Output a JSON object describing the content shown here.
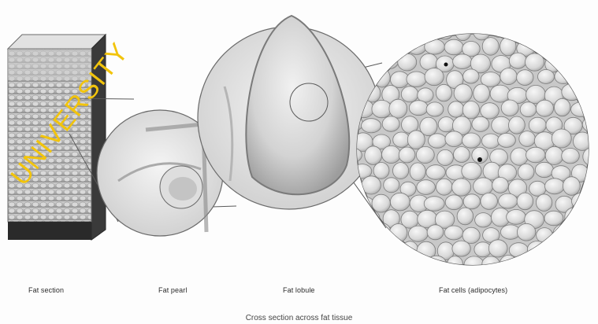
{
  "figure": {
    "labels": {
      "fat_section": "Fat section",
      "fat_pearl": "Fat pearl",
      "fat_lobule": "Fat lobule",
      "fat_cells": "Fat cells (adipocytes)"
    },
    "caption": "Cross section across fat tissue",
    "watermark": "UNIVERSITY",
    "colors": {
      "watermark": "#f2c40c",
      "ink": "#555555",
      "tissue_light": "#e6e6e6",
      "tissue_dark": "#2a2a2a"
    }
  }
}
